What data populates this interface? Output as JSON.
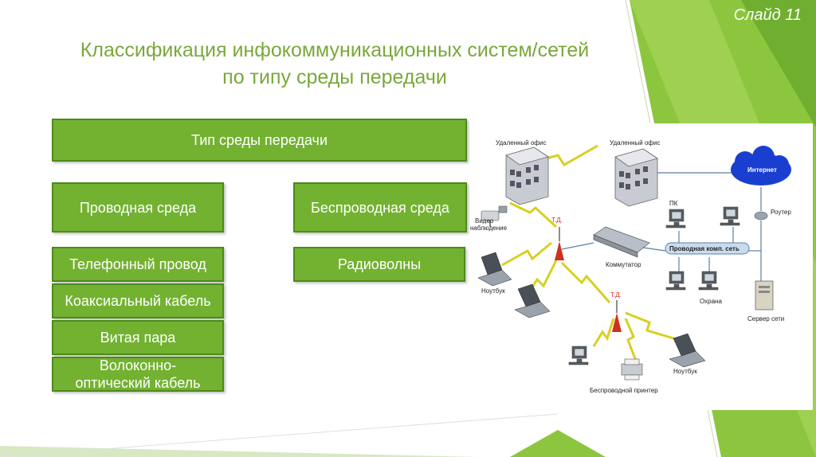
{
  "slide_label": "Слайд 11",
  "title_line1": "Классификация инфокоммуникационных систем/сетей",
  "title_line2": "по типу среды передачи",
  "boxes": {
    "root": "Тип среды передачи",
    "wired": "Проводная среда",
    "wireless": "Беспроводная среда",
    "phone": "Телефонный провод",
    "coax": "Коаксиальный кабель",
    "twisted": "Витая пара",
    "fiber_line1": "Волоконно-",
    "fiber_line2": "оптический кабель",
    "radio": "Радиоволны"
  },
  "network": {
    "remote_office_1": "Удаленный офис",
    "remote_office_2": "Удаленный офис",
    "internet": "Интернет",
    "pc": "ПК",
    "router": "Роутер",
    "video_line1": "Видео",
    "video_line2": "наблюдение",
    "ap1": "Т.Д.",
    "ap2": "Т.Д.",
    "switch": "Коммутатор",
    "wired_net": "Проводная комп. сеть",
    "laptop1": "Ноутбук",
    "security": "Охрана",
    "server": "Сервер сети",
    "laptop2": "Ноутбук",
    "printer": "Беспроводной принтер"
  },
  "colors": {
    "accent": "#73b231",
    "title": "#7aa83a",
    "box_border": "#4c8a1a",
    "cloud": "#1a3fd0",
    "lightning": "#e8e020",
    "antenna": "#d03020"
  }
}
